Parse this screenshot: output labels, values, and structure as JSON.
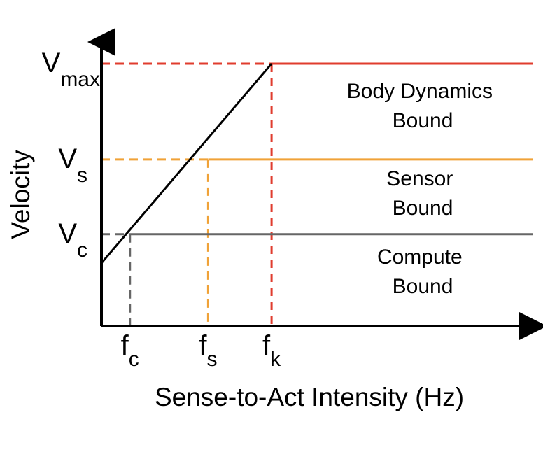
{
  "chart_data": {
    "type": "line",
    "title": "",
    "xlabel": "Sense-to-Act Intensity (Hz)",
    "ylabel": "Velocity",
    "xlim": [
      0,
      1
    ],
    "ylim": [
      0,
      1
    ],
    "grid": false,
    "series": [
      {
        "kind": "roofline",
        "values": [
          [
            0,
            0.24
          ],
          [
            0.394,
            1.0
          ],
          [
            1.0,
            1.0
          ]
        ],
        "color": "#000000"
      }
    ],
    "thresholds": [
      {
        "label_main": "V",
        "label_sub": "max",
        "freq_main": "f",
        "freq_sub": "k",
        "x": 0.394,
        "y": 1.0,
        "color": "#e03c2e",
        "region_lines": [
          "Body Dynamics",
          "Bound"
        ]
      },
      {
        "label_main": "V",
        "label_sub": "s",
        "freq_main": "f",
        "freq_sub": "s",
        "x": 0.247,
        "y": 0.635,
        "color": "#f0a238",
        "region_lines": [
          "Sensor",
          "Bound"
        ]
      },
      {
        "label_main": "V",
        "label_sub": "c",
        "freq_main": "f",
        "freq_sub": "c",
        "x": 0.066,
        "y": 0.35,
        "color": "#666666",
        "region_lines": [
          "Compute",
          "Bound"
        ]
      }
    ]
  }
}
